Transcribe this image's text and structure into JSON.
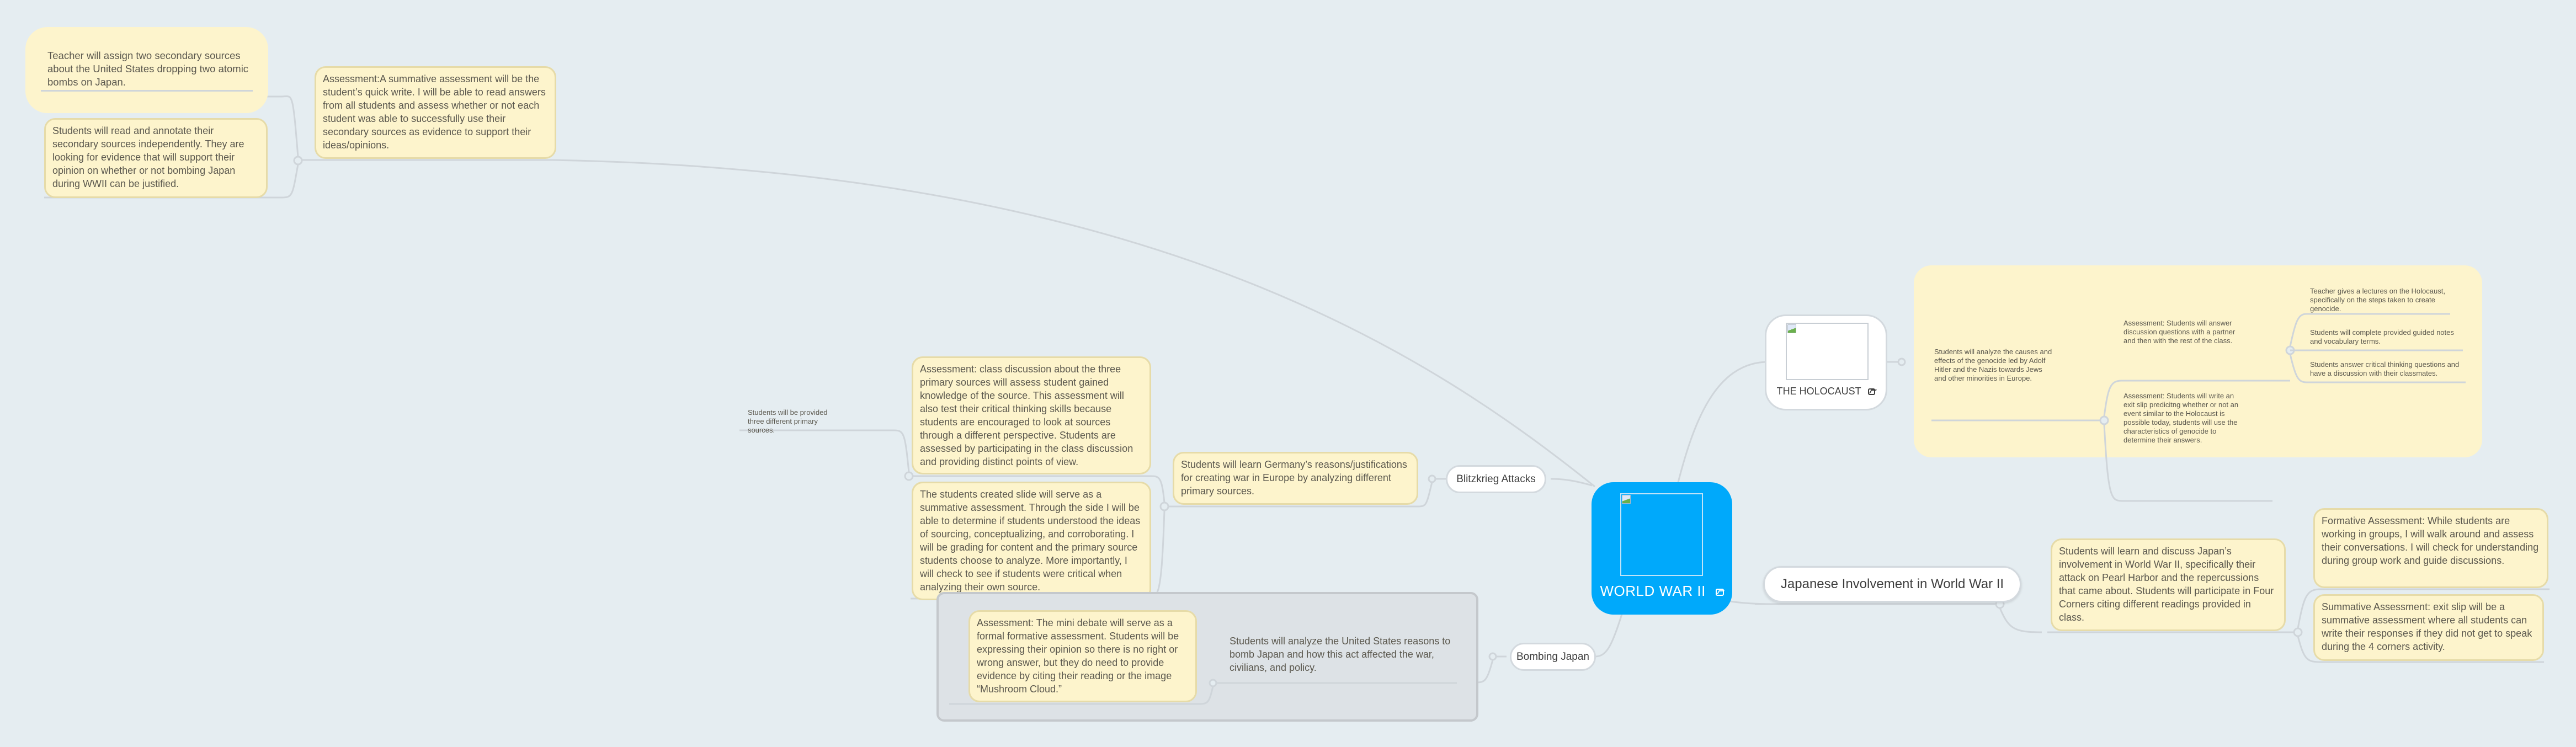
{
  "colors": {
    "canvas": "#e5edf1",
    "root": "#00a9fb",
    "note_fill": "#fdf4cc",
    "note_border": "#e6dba8",
    "group_gray": "#dde2e6",
    "connector": "#cfd5da"
  },
  "root": {
    "title": "WORLD WAR II",
    "icon": "image-icon"
  },
  "topics": {
    "holocaust": {
      "title": "THE HOLOCAUST",
      "icon": "image-icon",
      "objective": "Students will analyze the causes and effects of the genocide led by Adolf Hitler and the Nazis towards Jews and other minorities in Europe.",
      "assessment_1": "Assessment: Students will answer discussion questions with a partner and then with the rest of the class.",
      "assessment_2": "Assessment: Students will write an exit slip predicitng whether or not an event similar to the Holocaust is possible today, students will use the characteristics of genocide to determine their answers.",
      "activities": [
        "Teacher gives a lectures on the Holocaust, specifically on the steps taken to create genocide.",
        "Students will complete provided guided notes and vocabulary terms.",
        "Students answer critical thinking questions and have a discussion with their classmates."
      ]
    },
    "japan_involvement": {
      "title": "Japanese Involvement in World War II",
      "objective": "Students will learn and discuss Japan’s involvement in World War II, specifically their attack on Pearl Harbor and the repercussions that came about. Students will participate in Four Corners citing different readings provided in class.",
      "formative": "Formative Assessment: While students are working in groups, I will walk around and assess their conversations. I will check for understanding during group work and guide discussions.",
      "summative": "Summative Assessment: exit slip will be a summative assessment where all students can write their responses if they did not get to speak during the 4 corners activity."
    },
    "blitzkrieg": {
      "title": "Blitzkrieg Attacks",
      "objective": "Students will learn Germany’s reasons/justifications for creating war in Europe by analyzing different primary sources.",
      "assessment_discussion": "Assessment: class discussion about the three primary sources will assess student gained knowledge of the source. This assessment will also test their critical thinking skills because students are encouraged to look at sources through a different perspective.  Students are assessed by participating in the class discussion and providing distinct points of view.",
      "assessment_slide": "The students created slide will serve as a summative assessment. Through the side I will be able to determine if students understood the ideas of sourcing, conceptualizing, and corroborating. I will be grading for content and the primary source students choose to analyze. More importantly, I will check to see if students were critical when analyzing their own source.",
      "activity": "Students will be provided three different primary sources."
    },
    "bombing_japan": {
      "title": "Bombing Japan",
      "objective": "Students will analyze the United States reasons to bomb Japan and how this act affected the war, civilians, and policy.",
      "assessment": "Assessment: The mini debate will serve as a formal formative assessment. Students will be expressing their opinion so there is no right or wrong answer, but they do need to provide evidence by citing their reading or the image “Mushroom Cloud.”",
      "quick_write_assessment": "Assessment:A summative assessment will be the student’s quick write. I will be able to read answers from all students and assess whether or not each student was able to successfully use their secondary sources as evidence to support their ideas/opinions.",
      "teacher_activity": "Teacher will assign two secondary sources about the United States dropping two atomic bombs on Japan.",
      "student_activity": "Students will read and annotate their secondary sources independently. They are looking for evidence that will support their opinion on whether or not bombing Japan during WWII can be justified."
    }
  }
}
